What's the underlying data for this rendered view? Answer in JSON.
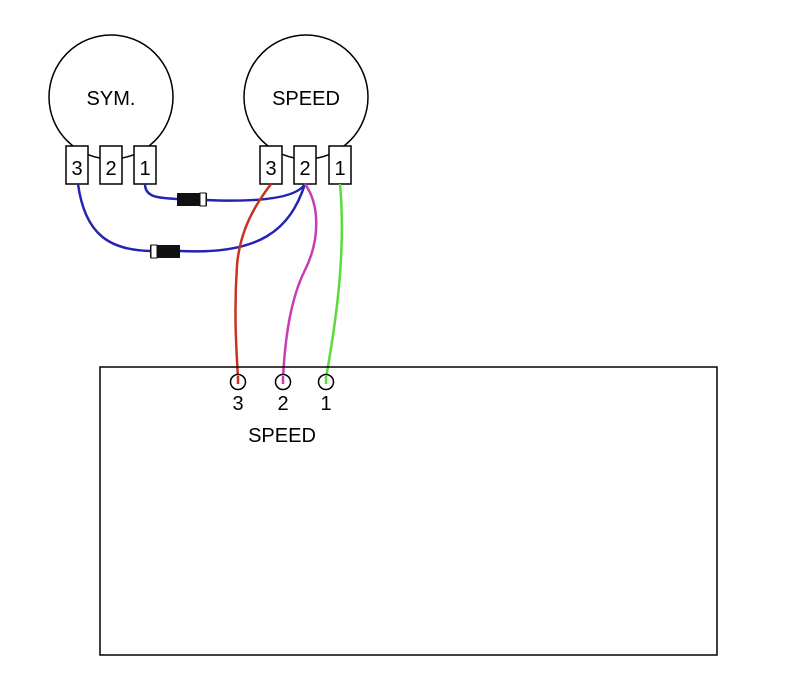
{
  "potentiometers": [
    {
      "id": "sym",
      "label": "SYM.",
      "pins": [
        "3",
        "2",
        "1"
      ]
    },
    {
      "id": "speed",
      "label": "SPEED",
      "pins": [
        "3",
        "2",
        "1"
      ]
    }
  ],
  "board": {
    "pads": [
      "3",
      "2",
      "1"
    ],
    "label": "SPEED"
  },
  "colors": {
    "outline": "#000000",
    "wire_blue": "#2323b4",
    "wire_red": "#c8321e",
    "wire_magenta": "#c83cb4",
    "wire_green": "#5adc3c",
    "diode_body": "#111111",
    "diode_band": "#ffffff"
  }
}
